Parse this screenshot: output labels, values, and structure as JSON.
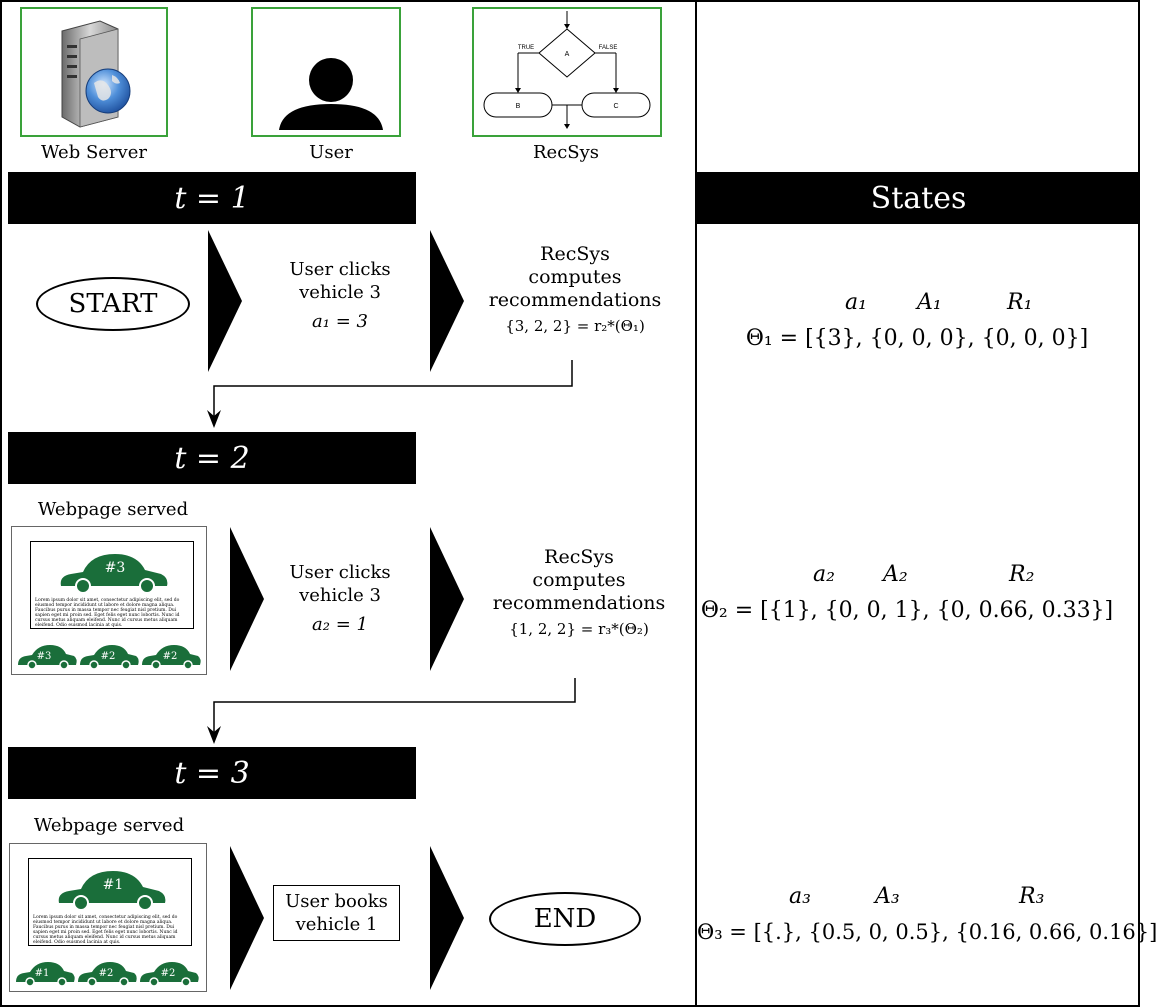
{
  "actors": {
    "web_server": "Web Server",
    "user": "User",
    "recsys": "RecSys"
  },
  "flowchart_icon": {
    "node_a": "A",
    "node_b": "B",
    "node_c": "C",
    "true_label": "TRUE",
    "false_label": "FALSE"
  },
  "timesteps": [
    {
      "label": "t = 1"
    },
    {
      "label": "t = 2"
    },
    {
      "label": "t = 3"
    }
  ],
  "states_header": "States",
  "step1": {
    "start": "START",
    "user_line1": "User clicks",
    "user_line2": "vehicle 3",
    "action": "a₁ = 3",
    "recsys_line1": "RecSys",
    "recsys_line2": "computes",
    "recsys_line3": "recommendations",
    "rec_formula": "{3, 2, 2} = r₂*(Θ₁)"
  },
  "step2": {
    "served": "Webpage served",
    "user_line1": "User clicks",
    "user_line2": "vehicle 3",
    "action": "a₂ = 1",
    "recsys_line1": "RecSys",
    "recsys_line2": "computes",
    "recsys_line3": "recommendations",
    "rec_formula": "{1, 2, 2} = r₃*(Θ₂)",
    "page_main": "#3",
    "page_thumbs": [
      "#3",
      "#2",
      "#2"
    ]
  },
  "step3": {
    "served": "Webpage served",
    "user_line1": "User books",
    "user_line2": "vehicle 1",
    "end": "END",
    "page_main": "#1",
    "page_thumbs": [
      "#1",
      "#2",
      "#2"
    ]
  },
  "states": [
    {
      "a": "a₁",
      "A": "A₁",
      "R": "R₁",
      "theta": "Θ₁ = [{3}, {0, 0, 0}, {0, 0, 0}]"
    },
    {
      "a": "a₂",
      "A": "A₂",
      "R": "R₂",
      "theta": "Θ₂ = [{1}, {0, 0, 1}, {0, 0.66, 0.33}]"
    },
    {
      "a": "a₃",
      "A": "A₃",
      "R": "R₃",
      "theta": "Θ₃ = [{.}, {0.5, 0, 0.5}, {0.16, 0.66, 0.16}]"
    }
  ],
  "lorem": "Lorem ipsum dolor sit amet, consectetur adipiscing elit, sed do eiusmod tempor incididunt ut labore et dolore magna aliqua. Faucibus purus in massa tempor nec feugiat nisl pretium. Dui sapien eget mi proin sed. Eget felis eget nunc lobortis. Nunc id cursus metus aliquam eleifend. Nunc id cursus metus aliquam eleifend. Odio euismod lacinia at quis.",
  "colors": {
    "car_green": "#1a6e3a",
    "icon_border": "#3aa23a"
  }
}
